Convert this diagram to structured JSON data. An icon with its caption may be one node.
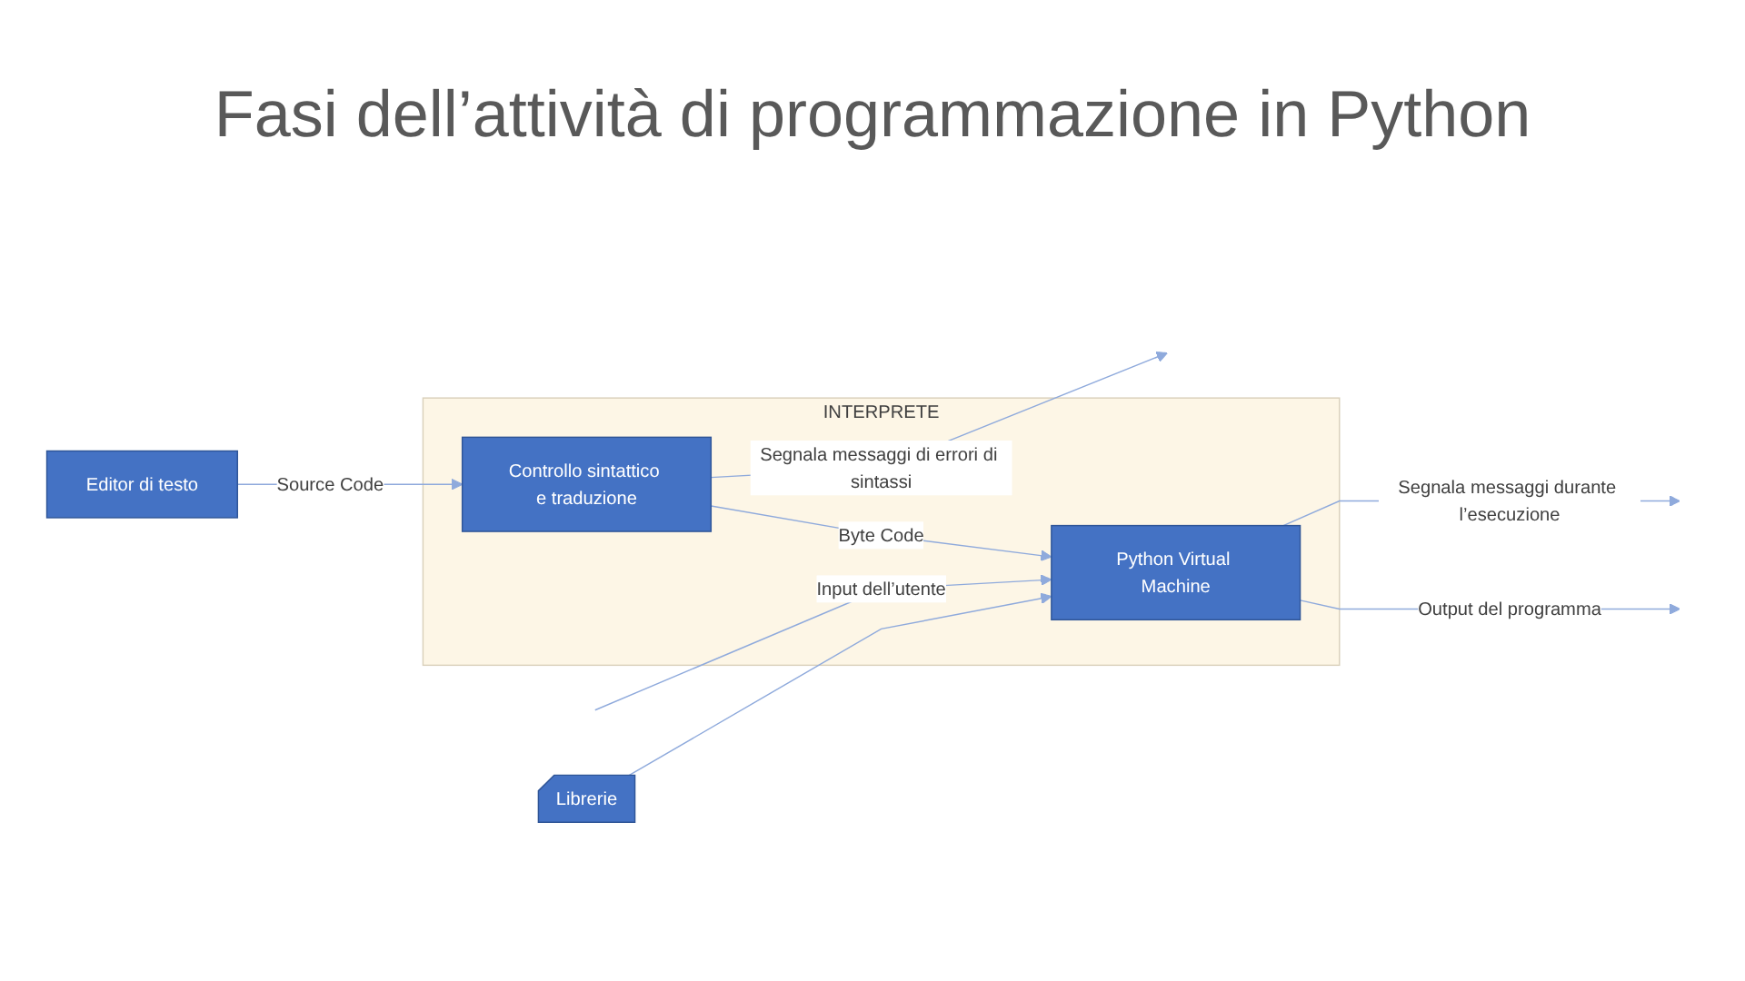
{
  "diagram": {
    "title": "Fasi dell’attività di programmazione in Python",
    "nodes": [
      {
        "text": [
          "Editor di testo"
        ]
      },
      {
        "text": [
          "INTERPRETE"
        ]
      },
      {
        "text": [
          "Controllo sintattico e traduzione"
        ],
        "in": 1
      },
      {
        "text": [
          "Librerie"
        ]
      },
      {
        "text": [
          "Python Virtual Machine"
        ],
        "in": 1
      }
    ],
    "edges": [
      {
        "from": 0,
        "to": 2,
        "arrow": "to",
        "label": "Source Code"
      },
      {
        "from": 2,
        "to": null,
        "arrow": "to",
        "label": "Segnala messaggi di errori di sintassi"
      },
      {
        "from": 2,
        "to": 4,
        "arrow": "to",
        "label": "Byte Code"
      },
      {
        "from": 3,
        "to": 4,
        "arrow": "to"
      },
      {
        "from": null,
        "to": 4,
        "arrow": "to",
        "label": "Input dell’utente"
      },
      {
        "from": 4,
        "to": null,
        "arrow": "to",
        "label": "Segnala messaggi durante l’esecuzione"
      },
      {
        "from": 4,
        "to": null,
        "arrow": "to",
        "label": "Output del programma"
      }
    ]
  }
}
